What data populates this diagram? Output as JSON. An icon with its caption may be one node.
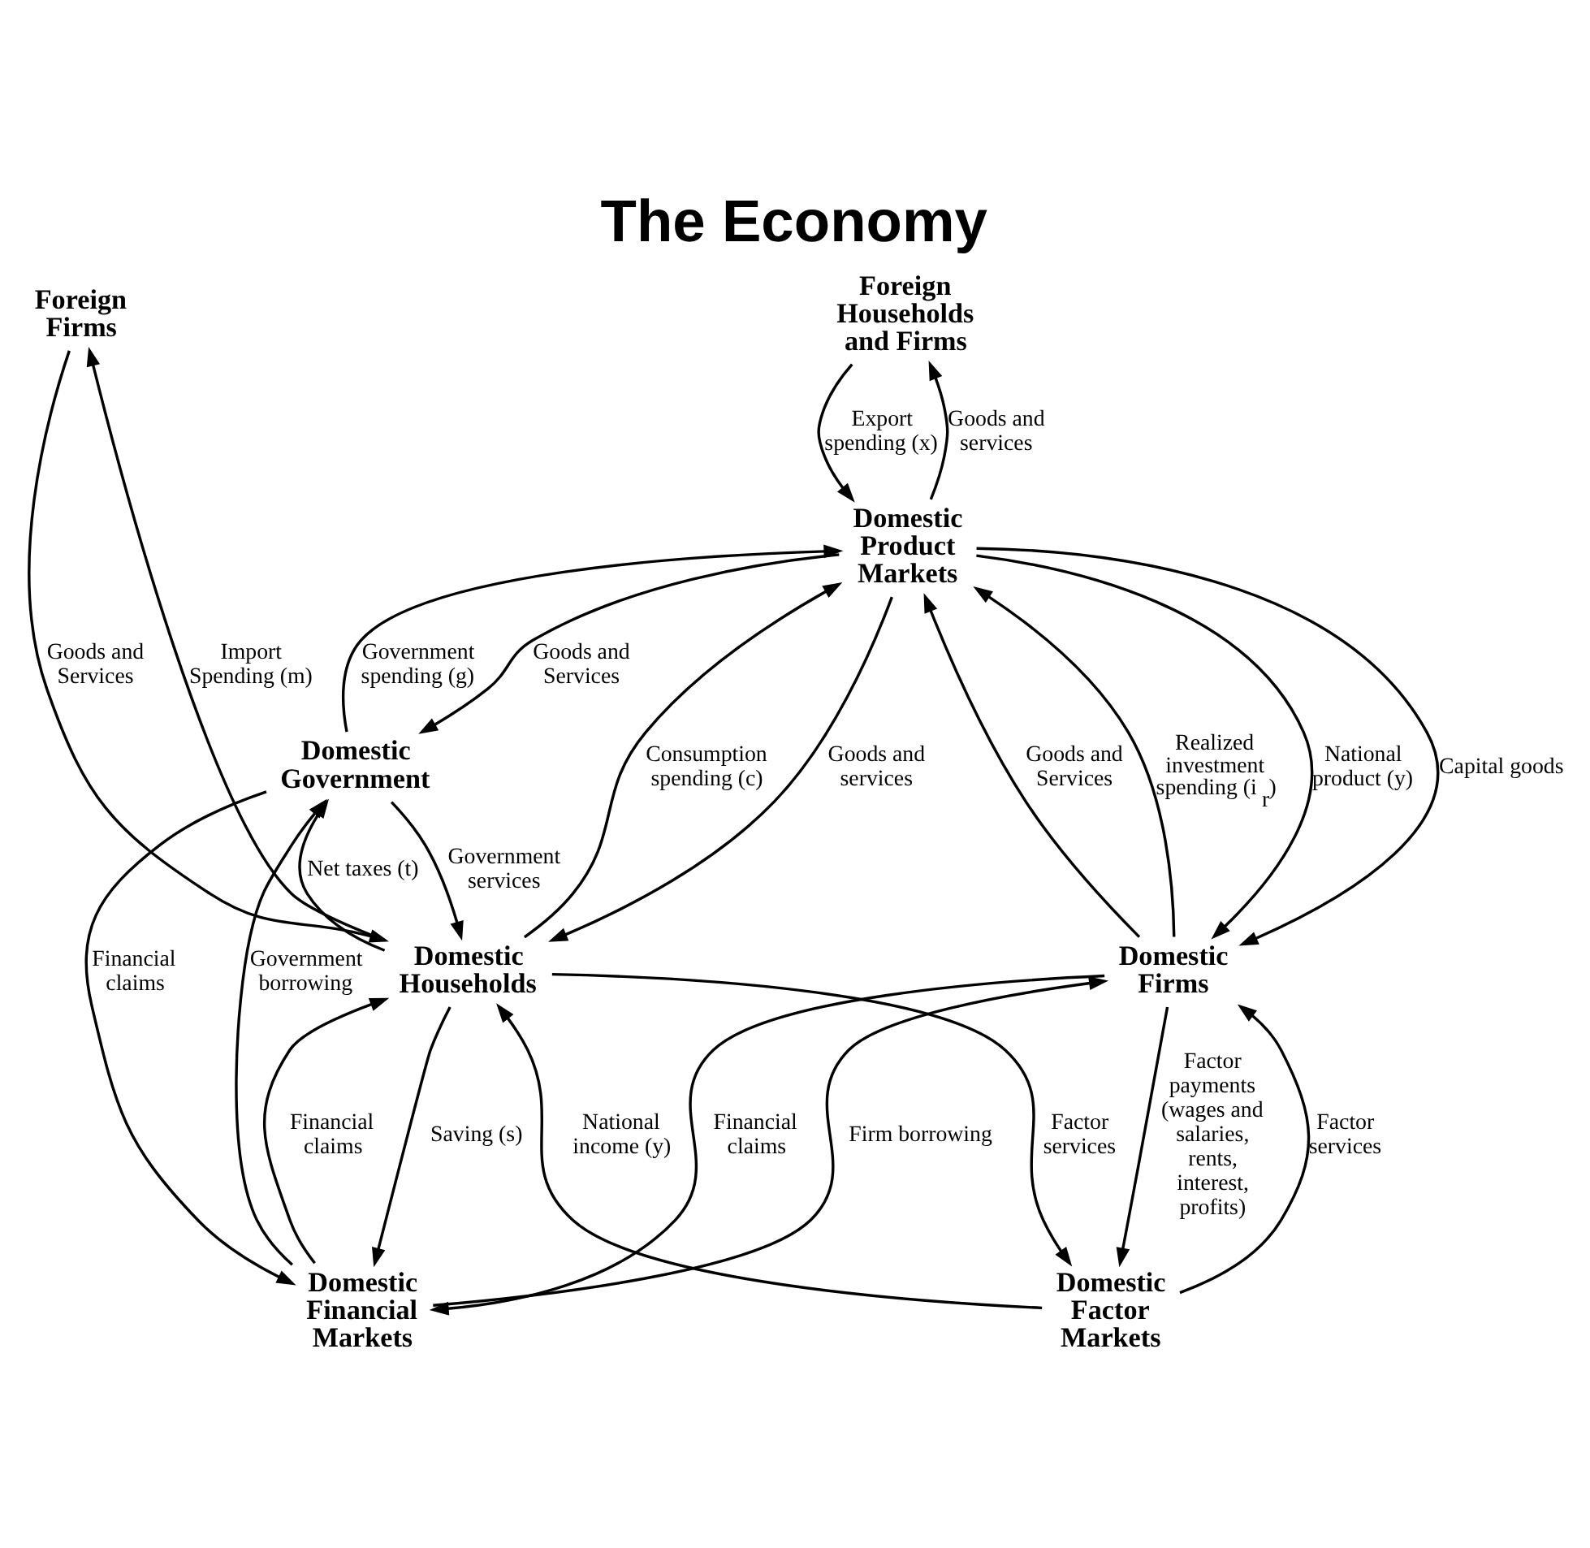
{
  "diagram": {
    "title": "The Economy",
    "nodes": [
      {
        "text": [
          "Foreign Households and Firms"
        ]
      },
      {
        "text": [
          "Domestic Product Markets"
        ]
      },
      {
        "text": [
          "Foreign Firms"
        ]
      },
      {
        "text": [
          "Domestic Firms"
        ]
      },
      {
        "text": [
          "Domestic Government"
        ]
      },
      {
        "text": [
          "Domestic Households"
        ]
      },
      {
        "text": [
          "Domestic Financial Markets"
        ]
      },
      {
        "text": [
          "Domestic Factor Markets"
        ]
      }
    ],
    "edges": [
      {
        "from": 0,
        "to": 1,
        "arrow": "to",
        "label": "Export spending (x)"
      },
      {
        "from": 1,
        "to": 0,
        "arrow": "to",
        "label": "Goods and services"
      },
      {
        "from": 1,
        "to": 3,
        "arrow": "to",
        "label": "National product (y)"
      },
      {
        "from": 3,
        "to": 1,
        "arrow": "to",
        "label": "Goods and Services"
      },
      {
        "from": 3,
        "to": 1,
        "arrow": "to",
        "label": "Realized investment spending (i$_{r}$)"
      },
      {
        "from": 1,
        "to": 3,
        "arrow": "to",
        "label": "Capital goods"
      },
      {
        "from": 5,
        "to": 1,
        "arrow": "to",
        "label": "Consumption spending (c)"
      },
      {
        "from": 1,
        "to": 5,
        "arrow": "to",
        "label": "Goods and services"
      },
      {
        "from": 2,
        "to": 5,
        "arrow": "to",
        "label": "Goods and Services"
      },
      {
        "from": 5,
        "to": 2,
        "arrow": "to",
        "label": "Import Spending (m)"
      },
      {
        "from": 1,
        "to": 4,
        "arrow": "to",
        "label": "Goods and Services"
      },
      {
        "from": 4,
        "to": 1,
        "arrow": "to",
        "label": "Government spending (g)"
      },
      {
        "from": 5,
        "to": 4,
        "arrow": "to",
        "label": "Net taxes (t)"
      },
      {
        "from": 4,
        "to": 5,
        "arrow": "to",
        "label": "Government services"
      },
      {
        "from": 4,
        "to": 6,
        "arrow": "to",
        "label": "Financial claims"
      },
      {
        "from": 6,
        "to": 4,
        "arrow": "to",
        "label": "Government borrowing"
      },
      {
        "from": 5,
        "to": 6,
        "arrow": "to",
        "label": "Saving (s)"
      },
      {
        "from": 6,
        "to": 5,
        "arrow": "to",
        "label": "Financial claims"
      },
      {
        "from": 6,
        "to": 3,
        "arrow": "to",
        "label": "Firm borrowing"
      },
      {
        "from": 3,
        "to": 6,
        "arrow": "to",
        "label": "Financial claims"
      },
      {
        "from": 7,
        "to": 3,
        "arrow": "to",
        "label": "Factor services"
      },
      {
        "from": 3,
        "to": 7,
        "arrow": "to",
        "label": "Factor payments (wages and salaries, rents, interest, profits)"
      },
      {
        "from": 5,
        "to": 7,
        "arrow": "to",
        "label": "Factor services"
      },
      {
        "from": 7,
        "to": 5,
        "arrow": "to",
        "label": "National income (y)"
      }
    ]
  }
}
